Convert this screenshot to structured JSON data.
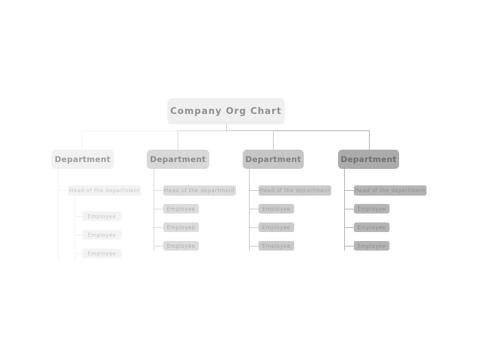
{
  "title": "Company Org Chart",
  "palette": {
    "root_bg": "#efefef",
    "root_text": "#8e8e8e",
    "dept_bg": [
      "#f1f1f1",
      "#d8d8d8",
      "#c6c6c6",
      "#ababab"
    ],
    "dept_text": [
      "#9b9b9b",
      "#8a8a8a",
      "#7f7f7f",
      "#6e6e6e"
    ],
    "node_bg": [
      "#f3f3f3",
      "#dcdcdc",
      "#cbcbcb",
      "#b5b5b5"
    ],
    "node_text": [
      "#c4c4c4",
      "#adadad",
      "#a0a0a0",
      "#8d8d8d"
    ],
    "line": [
      "#f0f0f0",
      "#d6d6d6",
      "#c4c4c4",
      "#ababab"
    ],
    "canvas_bg": "#ffffff"
  },
  "columns": [
    {
      "department": "Department",
      "head": "Head of the department",
      "employees": [
        "Employee",
        "Employee",
        "Employee"
      ]
    },
    {
      "department": "Department",
      "head": "Head of the department",
      "employees": [
        "Employee",
        "Employee",
        "Employee"
      ]
    },
    {
      "department": "Department",
      "head": "Head of the department",
      "employees": [
        "Employee",
        "Employee",
        "Employee"
      ]
    },
    {
      "department": "Department",
      "head": "Head of the department",
      "employees": [
        "Employee",
        "Employee",
        "Employee"
      ]
    }
  ]
}
